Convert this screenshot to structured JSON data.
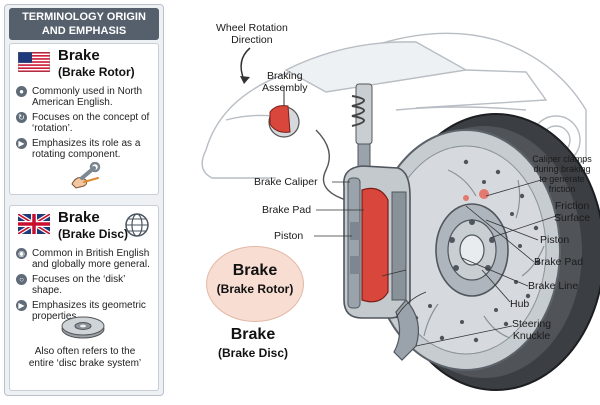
{
  "panel": {
    "title_line1": "TERMINOLOGY ORIGIN",
    "title_line2": "AND EMPHASIS",
    "us": {
      "term": "Brake",
      "sub": "(Brake Rotor)",
      "bullets": [
        "Commonly used in North American English.",
        "Focuses on the concept of ‘rotation’.",
        "Emphasizes its role as a rotating component."
      ],
      "flag_icon": "us-flag-icon",
      "tool_icon": "wrench-icon"
    },
    "uk": {
      "term": "Brake",
      "sub": "(Brake Disc)",
      "bullets": [
        "Common in British English and globally more general.",
        "Focuses on the ‘disk’ shape.",
        "Emphasizes its geometric properties."
      ],
      "flag_icon": "uk-flag-icon",
      "globe_icon": "globe-icon",
      "also_line1": "Also often refers to the",
      "also_line2": "entire ‘disc brake system’"
    }
  },
  "labels": {
    "wheel_rotation_1": "Wheel Rotation",
    "wheel_rotation_2": "Direction",
    "braking_assembly_1": "Braking",
    "braking_assembly_2": "Assembly",
    "brake_caliper": "Brake Caliper",
    "brake_pad_left": "Brake Pad",
    "piston_left": "Piston",
    "caliper_note_1": "Caliper clamps",
    "caliper_note_2": "during braking",
    "caliper_note_3": "to generate",
    "caliper_note_4": "friction",
    "friction_surface_1": "Friction",
    "friction_surface_2": "Surface",
    "piston_right": "Piston",
    "brake_pad_right": "Brake Pad",
    "brake_line": "Brake Line",
    "hub": "Hub",
    "steering_knuckle_1": "Steering",
    "steering_knuckle_2": "Knuckle"
  },
  "center": {
    "rotor_title": "Brake",
    "rotor_sub": "(Brake Rotor)",
    "disc_title": "Brake",
    "disc_sub": "(Brake Disc)"
  },
  "colors": {
    "accent_red": "#d9463b",
    "panel_dark": "#55606c",
    "bubble": "#f7ddd2"
  }
}
